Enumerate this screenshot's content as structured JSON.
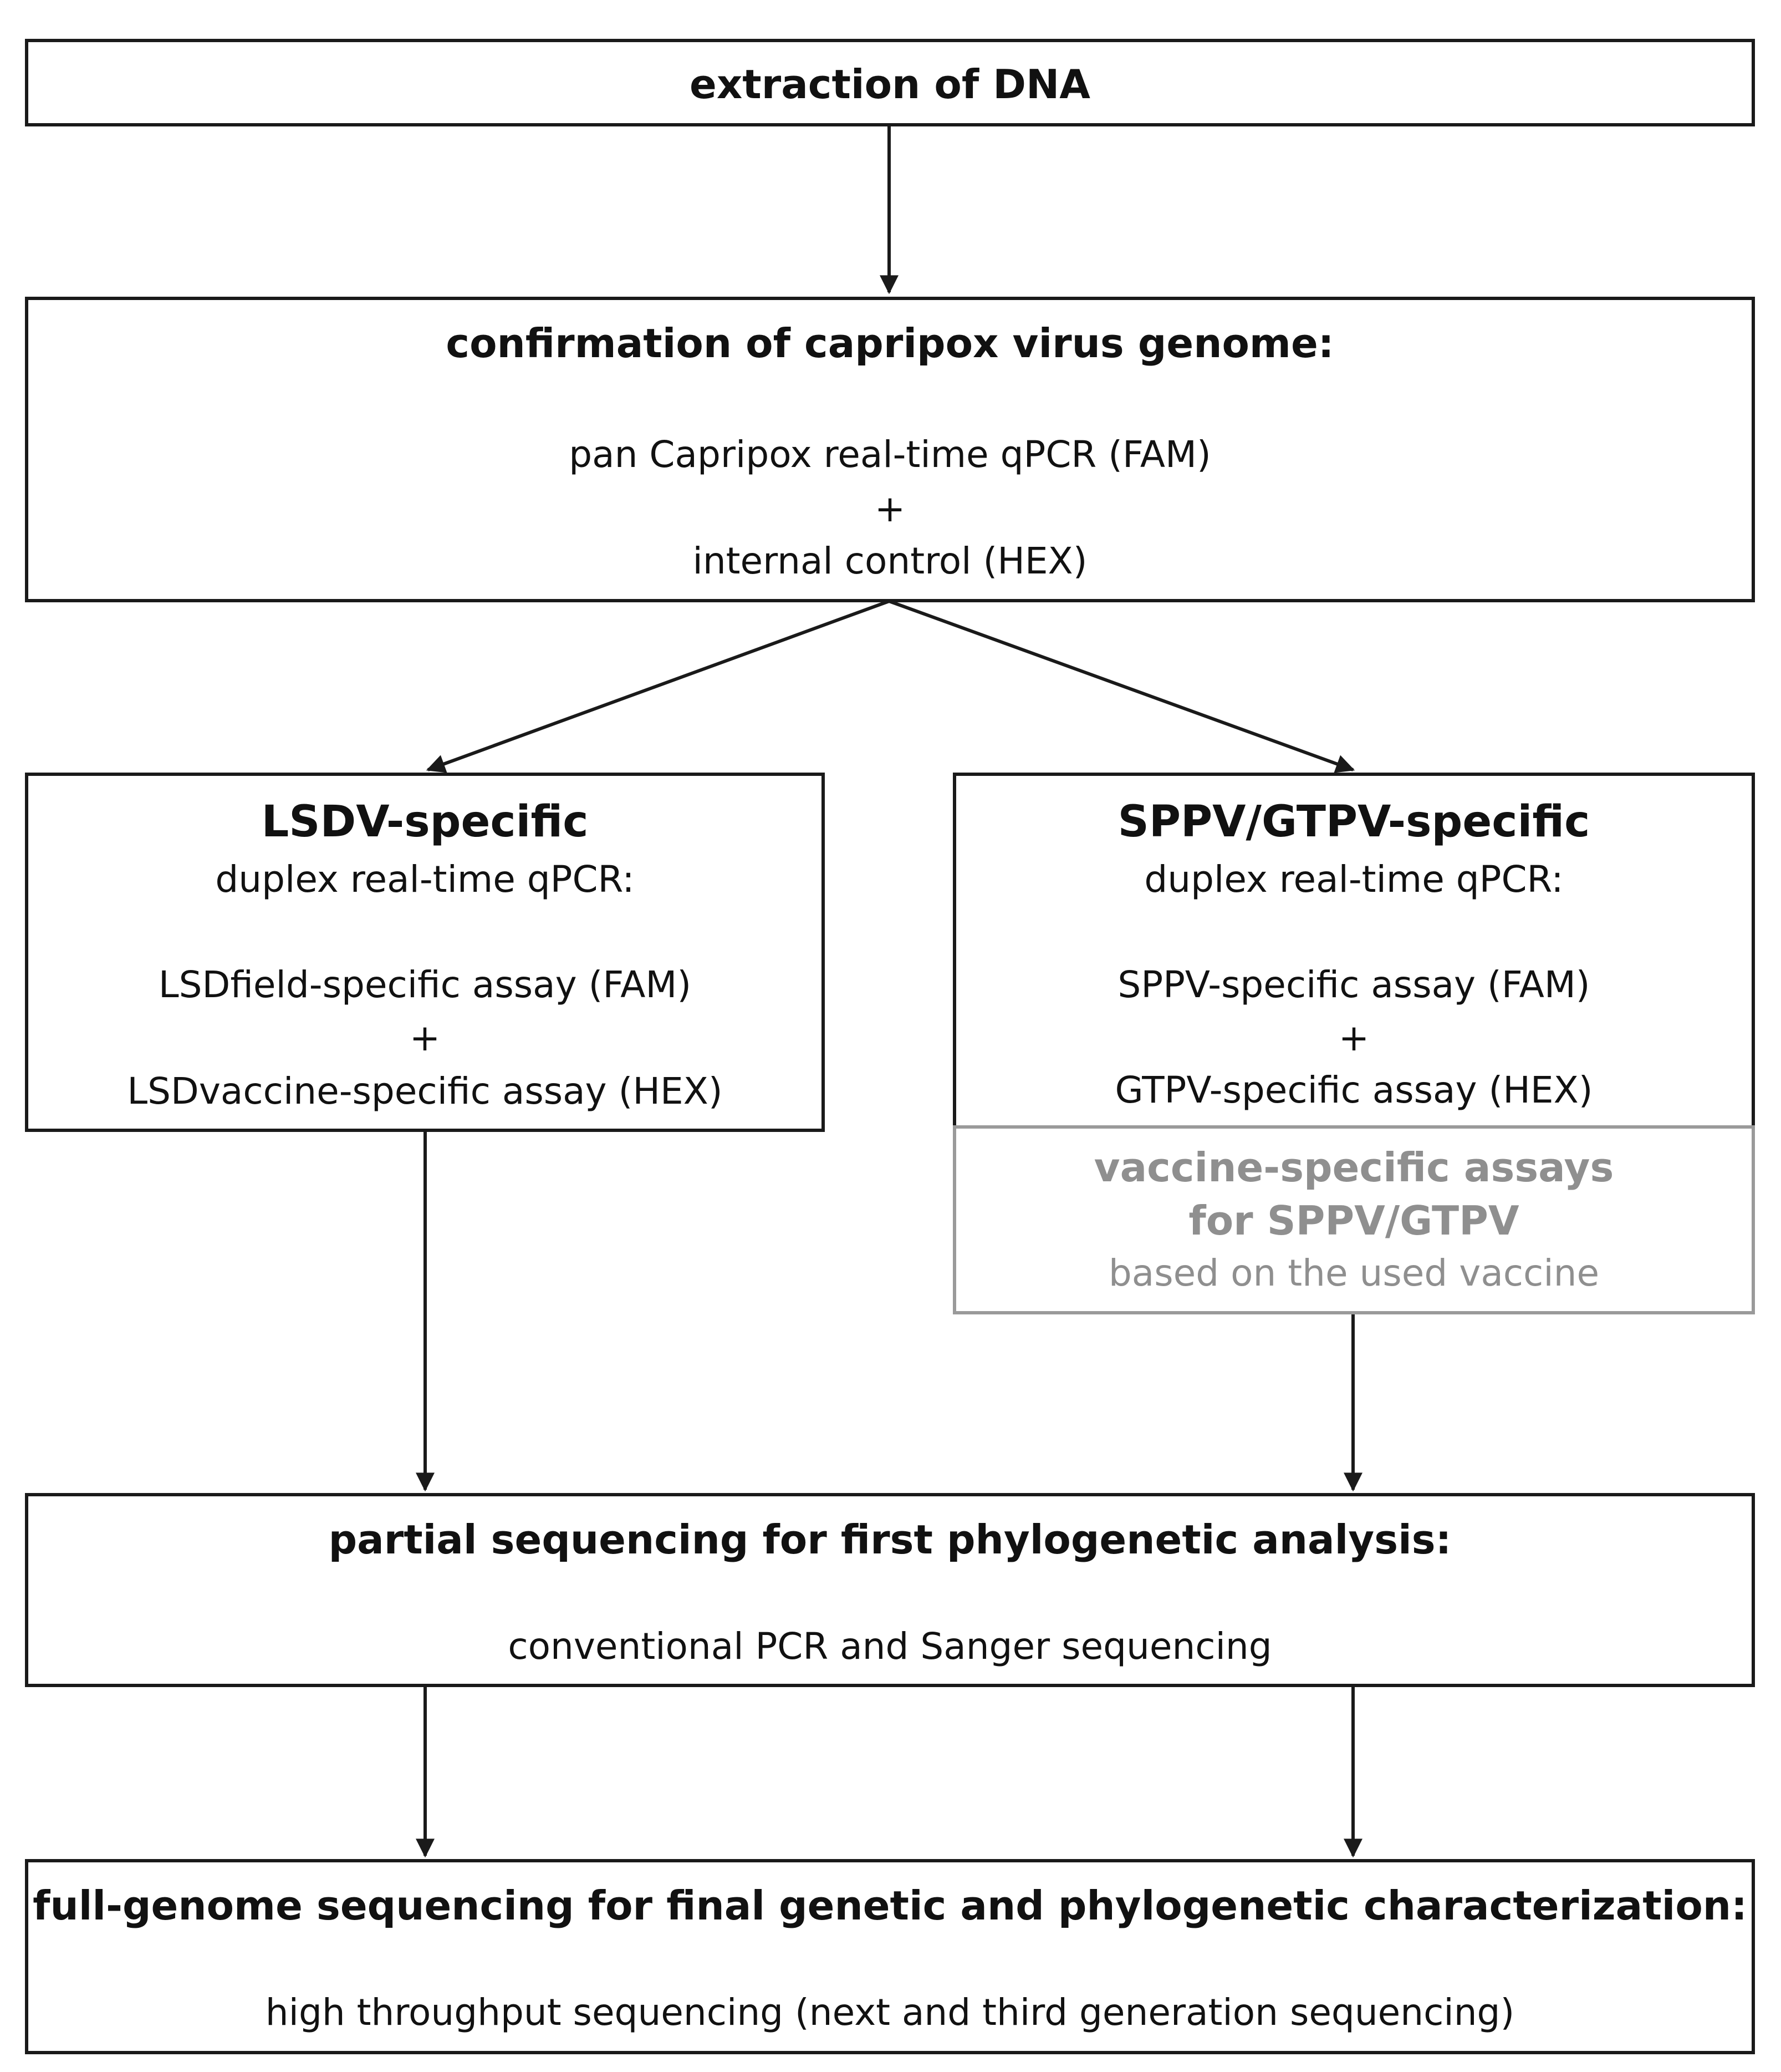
{
  "box_extraction": {
    "title": "extraction of DNA"
  },
  "box_confirmation": {
    "title": "confirmation of capripox virus genome:",
    "line1": "pan Capripox real-time qPCR (FAM)",
    "plus": "+",
    "line2": "internal control (HEX)"
  },
  "box_lsdv": {
    "title": "LSDV-specific",
    "subtitle": "duplex real-time qPCR:",
    "line1": "LSDfield-specific assay (FAM)",
    "plus": "+",
    "line2": "LSDvaccine-specific assay (HEX)"
  },
  "box_sppv": {
    "title": "SPPV/GTPV-specific",
    "subtitle": "duplex real-time qPCR:",
    "line1": "SPPV-specific assay (FAM)",
    "plus": "+",
    "line2": "GTPV-specific assay (HEX)"
  },
  "box_vaccine": {
    "title_line1": "vaccine-specific assays",
    "title_line2": "for SPPV/GTPV",
    "line1": "based on the used vaccine"
  },
  "box_partial": {
    "title": "partial sequencing for first phylogenetic analysis:",
    "line1": "conventional PCR and Sanger sequencing"
  },
  "box_full": {
    "title": "full-genome sequencing for final genetic and phylogenetic characterization:",
    "line1": "high throughput sequencing (next and third generation sequencing)"
  }
}
